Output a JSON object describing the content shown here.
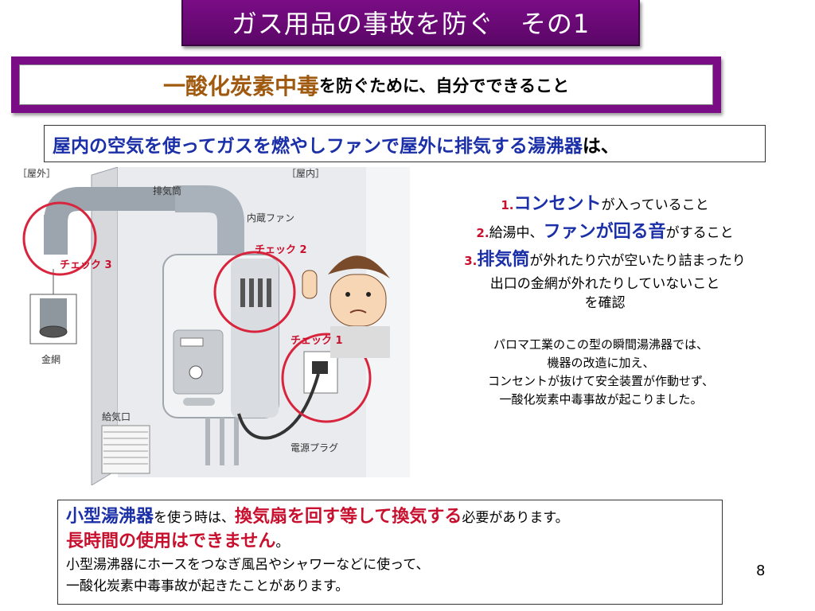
{
  "title": "ガス用品の事故を防ぐ　その1",
  "subtitle": {
    "highlight": "一酸化炭素中毒",
    "rest": "を防ぐために、自分でできること"
  },
  "intro": {
    "blue": "屋内の空気を使ってガスを燃やしファンで屋外に排気する湯沸器",
    "black": "は、"
  },
  "illustration": {
    "label_outdoor": "［屋外］",
    "label_indoor": "［屋内］",
    "label_exhaust": "排気筒",
    "label_fan": "内蔵ファン",
    "label_mesh": "金網",
    "label_intake": "給気口",
    "label_plug": "電源プラグ",
    "check1": "チェック 1",
    "check2": "チェック 2",
    "check3": "チェック 3"
  },
  "checks": [
    {
      "num": "1.",
      "highlight": "コンセント",
      "rest": "が入っていること"
    },
    {
      "num": "2.",
      "pre": "給湯中、",
      "highlight": "ファンが回る音",
      "rest": "がすること"
    },
    {
      "num": "3.",
      "highlight": "排気筒",
      "rest": "が外れたり穴が空いたり詰まったり"
    }
  ],
  "check_line4": "出口の金網が外れたりしていないこと",
  "check_line5": "を確認",
  "note_lines": [
    "パロマ工業のこの型の瞬間湯沸器では、",
    "機器の改造に加え、",
    "コンセントが抜けて安全装置が作動せず、",
    "一酸化炭素中毒事故が起こりました。"
  ],
  "bottom": {
    "line1_blue": "小型湯沸器",
    "line1_a": "を使う時は、",
    "line1_red": "換気扇を回す等して換気する",
    "line1_b": "必要があります。",
    "line2_red": "長時間の使用はできません",
    "line2_end": "。",
    "line3": "小型湯沸器にホースをつなぎ風呂やシャワーなどに使って、",
    "line4": "一酸化炭素中毒事故が起きたことがあります。"
  },
  "page_number": "8",
  "colors": {
    "purple": "#7a0d86",
    "blue": "#1a2fa8",
    "red": "#c8102e",
    "brown": "#a05a10"
  }
}
